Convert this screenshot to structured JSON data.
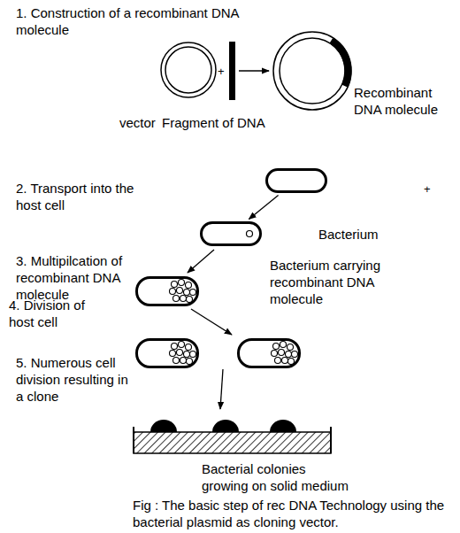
{
  "diagram": {
    "caption": "Fig : The basic step of rec DNA Technology using the bacterial plasmid as cloning vector.",
    "nodes": [
      {
        "text": [
          "vector"
        ]
      },
      {
        "text": [
          "Fragment of DNA"
        ]
      },
      {
        "text": [
          "Recombinant DNA molecule"
        ]
      },
      {
        "text": [
          "Bacterium"
        ]
      },
      {
        "text": [
          "Bacterium carrying recombinant DNA molecule"
        ]
      },
      {
        "text": [
          "Bacterial colonies growing on solid medium"
        ]
      }
    ],
    "edges": [
      {
        "from": 1,
        "to": 2,
        "arrow": "to"
      },
      {
        "from": 3,
        "to": 4,
        "arrow": "to"
      }
    ],
    "labels": [
      "1. Construction of a recombinant DNA molecule",
      "+",
      "+",
      "2. Transport into the host cell",
      "3. Multipilcation of recombinant DNA molecule",
      "4. Division of host cell",
      "5. Numerous cell division resulting in a clone"
    ]
  }
}
